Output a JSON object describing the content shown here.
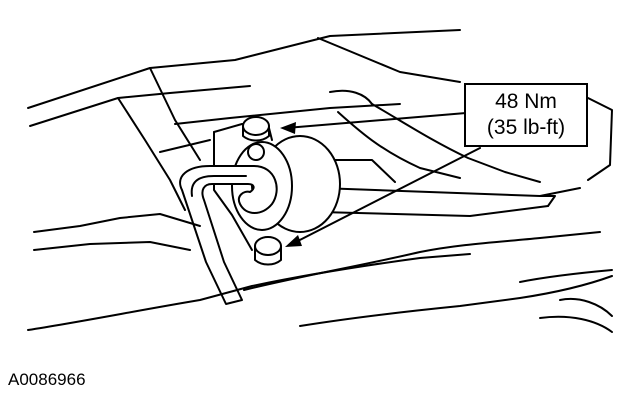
{
  "callout": {
    "torque_metric": "48 Nm",
    "torque_imperial": "(35 lb-ft)"
  },
  "figure_id": "A0086966",
  "colors": {
    "line": "#000000",
    "background": "#ffffff"
  }
}
